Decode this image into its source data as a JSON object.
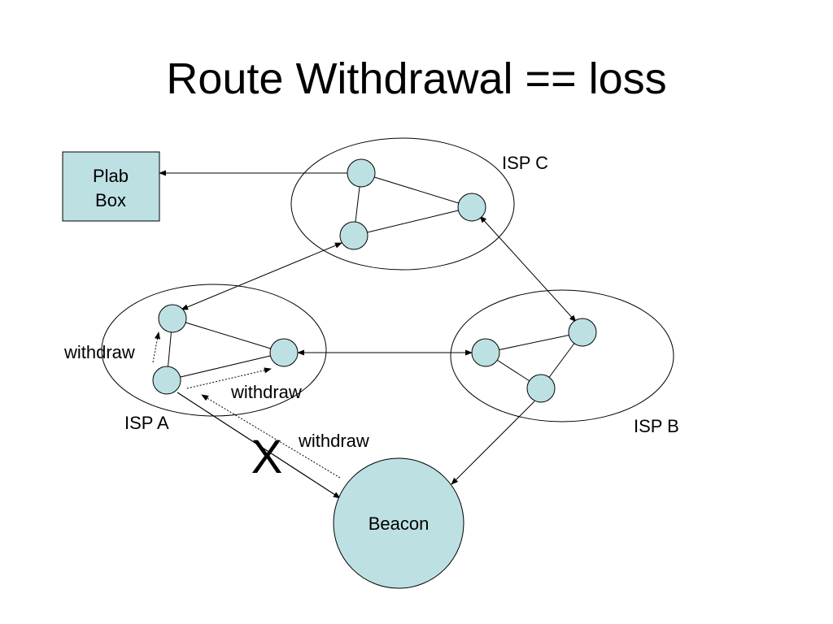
{
  "title": "Route Withdrawal == loss",
  "labels": {
    "isp_a": "ISP A",
    "isp_b": "ISP B",
    "isp_c": "ISP C",
    "plab_box_line1": "Plab",
    "plab_box_line2": "Box",
    "beacon": "Beacon",
    "withdraw_left": "withdraw",
    "withdraw_middle": "withdraw",
    "withdraw_bottom": "withdraw",
    "failure_mark": "X"
  },
  "colors": {
    "node_fill": "#bde0e3",
    "stroke": "#000000",
    "background": "#ffffff"
  }
}
